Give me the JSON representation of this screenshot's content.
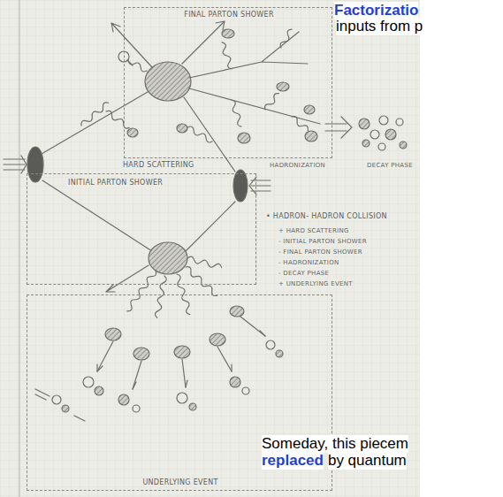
{
  "diagram": {
    "nodes": [
      {
        "text": [
          "FINAL PARTON SHOWER"
        ]
      },
      {
        "text": [
          "INITIAL PARTON SHOWER"
        ]
      },
      {
        "text": [
          "UNDERLYING EVENT"
        ]
      }
    ],
    "labels": [
      "Factorizatio",
      "inputs from p",
      "HARD SCATTERING",
      "HADRONIZATION",
      "DECAY PHASE",
      "• HADRON- HADRON COLLISION",
      "+ HARD SCATTERING",
      "- INITIAL PARTON SHOWER",
      "- FINAL PARTON SHOWER",
      "- HADRONIZATION",
      "- DECAY PHASE",
      "+ UNDERLYING EVENT",
      "Someday, this piecem",
      "replaced",
      "by quantum"
    ]
  }
}
